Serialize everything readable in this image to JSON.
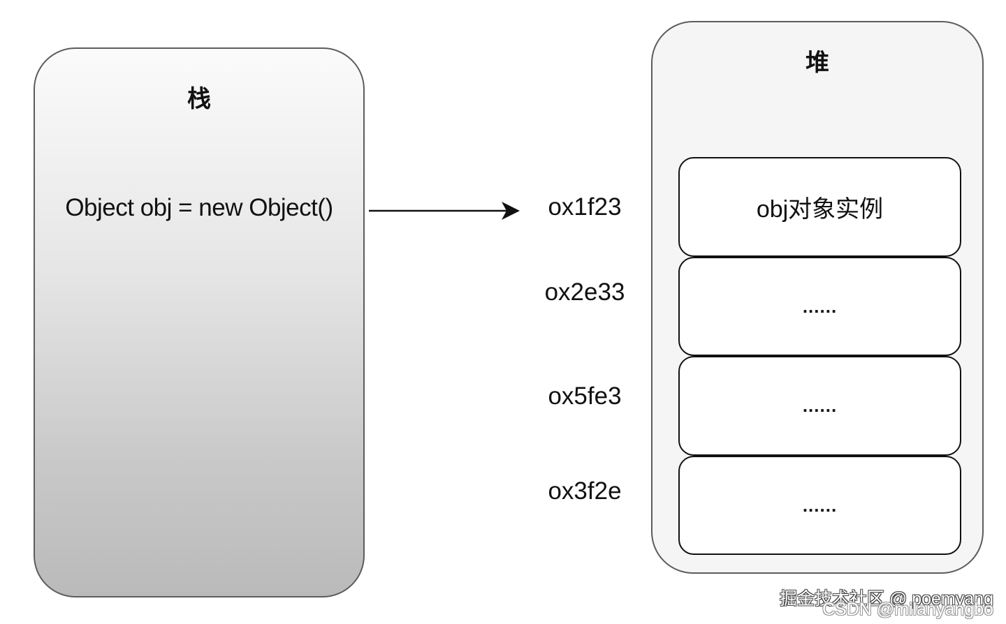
{
  "stack": {
    "title": "栈",
    "code": "Object obj = new Object()"
  },
  "heap": {
    "title": "堆",
    "cells": [
      {
        "address": "ox1f23",
        "content": "obj对象实例"
      },
      {
        "address": "ox2e33",
        "content": "......"
      },
      {
        "address": "ox5fe3",
        "content": "......"
      },
      {
        "address": "ox3f2e",
        "content": "......"
      }
    ]
  },
  "watermark": {
    "primary": "掘金技术社区 @ poemyang",
    "secondary": "CSDN @milanyangbo"
  },
  "colors": {
    "stroke": "#111111",
    "panel_border": "#5c5c5c",
    "heap_fill": "#f5f5f5"
  }
}
